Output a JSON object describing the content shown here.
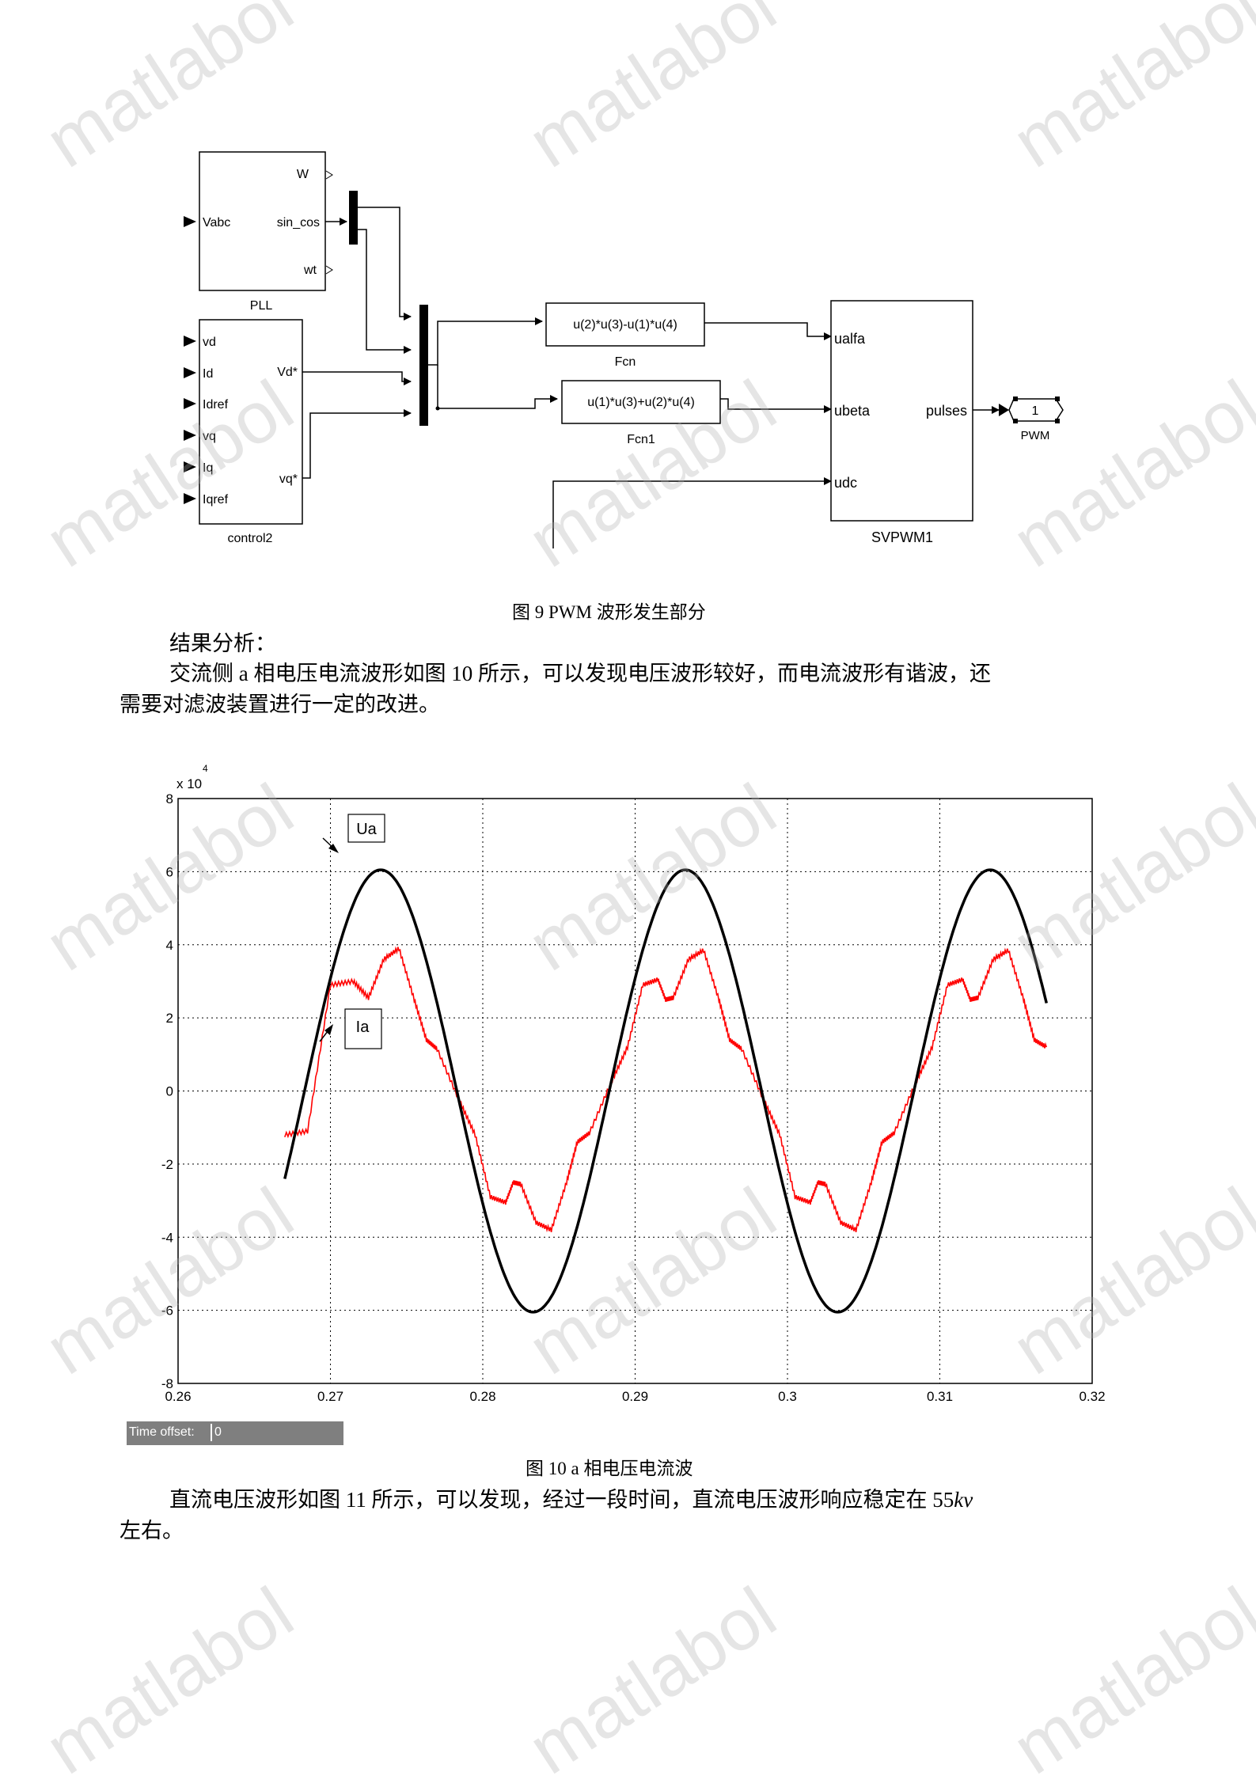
{
  "diagram": {
    "blocks": {
      "pll": {
        "name": "PLL",
        "inputs": [
          "Vabc"
        ],
        "outputs": [
          "W",
          "sin_cos",
          "wt"
        ]
      },
      "control2": {
        "name": "control2",
        "inputs": [
          "vd",
          "Id",
          "Idref",
          "vq",
          "Iq",
          "Iqref"
        ],
        "outputs": [
          "Vd*",
          "vq*"
        ]
      },
      "fcn": {
        "name": "Fcn",
        "expr": "u(2)*u(3)-u(1)*u(4)"
      },
      "fcn1": {
        "name": "Fcn1",
        "expr": "u(1)*u(3)+u(2)*u(4)"
      },
      "svpwm": {
        "name": "SVPWM1",
        "inputs": [
          "ualfa",
          "ubeta",
          "udc"
        ],
        "outputs": [
          "pulses"
        ]
      },
      "pwm": {
        "name": "PWM",
        "value": "1"
      }
    }
  },
  "figure9_caption": "图 9 PWM 波形发生部分",
  "analysis_heading": "结果分析：",
  "para1_line1": "交流侧 a 相电压电流波形如图 10 所示，可以发现电压波形较好，而电流波形有谐波，还",
  "para1_line2": "需要对滤波装置进行一定的改进。",
  "chart_data": {
    "type": "line",
    "y_multiplier_label": "x 10",
    "y_multiplier_exp": "4",
    "xlim": [
      0.26,
      0.32
    ],
    "ylim": [
      -8,
      8
    ],
    "x_ticks": [
      "0.26",
      "0.27",
      "0.28",
      "0.29",
      "0.3",
      "0.31",
      "0.32"
    ],
    "y_ticks": [
      "8",
      "6",
      "4",
      "2",
      "0",
      "-2",
      "-4",
      "-6",
      "-8"
    ],
    "grid": true,
    "series": [
      {
        "name": "Ua",
        "color": "#000000",
        "x_start": 0.267,
        "x_end": 0.317,
        "amplitude": 6.05,
        "peak_t": 0.2733,
        "period": 0.02
      },
      {
        "name": "Ia",
        "color": "#ff0000",
        "x": [
          0.267,
          0.2685,
          0.27,
          0.2715,
          0.2725,
          0.2735,
          0.2745,
          0.2755,
          0.2763,
          0.277,
          0.2785,
          0.2795,
          0.2805,
          0.2815,
          0.282,
          0.2825,
          0.2835,
          0.2845,
          0.2855,
          0.2862,
          0.287,
          0.2885,
          0.2895,
          0.2905,
          0.2915,
          0.292,
          0.2925,
          0.2935,
          0.2945,
          0.2955,
          0.2962,
          0.297,
          0.2985,
          0.2995,
          0.3005,
          0.3015,
          0.302,
          0.3025,
          0.3035,
          0.3045,
          0.3055,
          0.3062,
          0.307,
          0.3085,
          0.3095,
          0.3105,
          0.3115,
          0.312,
          0.3125,
          0.3135,
          0.3145,
          0.3155,
          0.3162,
          0.317
        ],
        "y": [
          -1.2,
          -1.1,
          2.9,
          3.0,
          2.55,
          3.6,
          3.9,
          2.5,
          1.4,
          1.15,
          -0.3,
          -1.2,
          -2.9,
          -3.05,
          -2.5,
          -2.55,
          -3.6,
          -3.8,
          -2.5,
          -1.4,
          -1.15,
          0.3,
          1.2,
          2.9,
          3.05,
          2.5,
          2.55,
          3.6,
          3.85,
          2.5,
          1.4,
          1.15,
          -0.3,
          -1.2,
          -2.9,
          -3.05,
          -2.5,
          -2.55,
          -3.6,
          -3.8,
          -2.5,
          -1.4,
          -1.15,
          0.3,
          1.2,
          2.9,
          3.05,
          2.5,
          2.55,
          3.6,
          3.85,
          2.5,
          1.4,
          1.2
        ]
      }
    ],
    "annotations": [
      {
        "text": "Ua"
      },
      {
        "text": "Ia"
      }
    ]
  },
  "time_offset": {
    "label": "Time offset:",
    "value": "0"
  },
  "figure10_caption": "图 10 a 相电压电流波",
  "para2_line1_pre": "直流电压波形如图 11 所示，可以发现，经过一段时间，直流电压波形响应稳定在 55",
  "para2_unit": "kv",
  "para2_line2": "左右。",
  "watermark_text": "matlabol",
  "colors": {
    "voltage": "#000000",
    "current": "#ff0000",
    "grid": "#000000",
    "watermark": "#c8c8c8"
  }
}
